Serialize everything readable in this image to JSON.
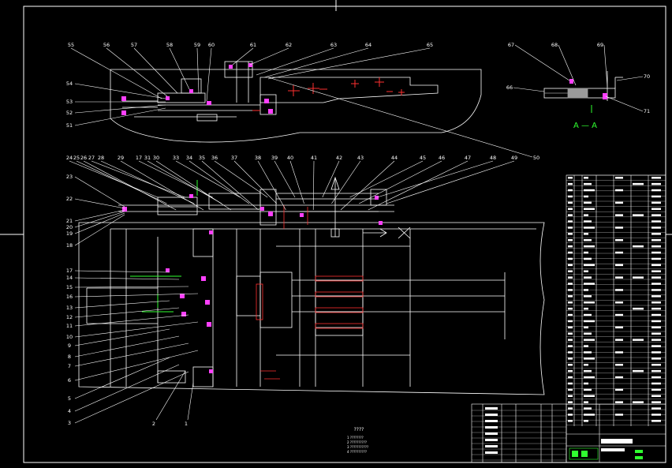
{
  "drawing": {
    "colors": {
      "background": "#000000",
      "line": "#ffffff",
      "red": "#ff3030",
      "magenta": "#ff40ff",
      "green": "#30ff30",
      "gray": "#9a9a9a",
      "yellow": "#ffff40"
    },
    "section_label": "A — A",
    "top_callouts": [
      "55",
      "56",
      "57",
      "58",
      "59",
      "60",
      "61",
      "62",
      "63",
      "64",
      "65"
    ],
    "left_top_callouts": [
      "54",
      "53",
      "52",
      "51"
    ],
    "section_callouts": [
      "67",
      "68",
      "69",
      "70",
      "66",
      "71"
    ],
    "mid_top_callouts": [
      "24",
      "25",
      "26",
      "27",
      "28",
      "29",
      "17",
      "31",
      "30",
      "33",
      "34",
      "35",
      "36",
      "37",
      "38",
      "39",
      "40",
      "41",
      "42",
      "43",
      "44",
      "45",
      "46",
      "47",
      "48",
      "49"
    ],
    "left_mid_callouts": [
      "23",
      "22",
      "21",
      "20",
      "19",
      "18"
    ],
    "left_lower_callouts": [
      "17",
      "14",
      "15",
      "16",
      "13",
      "12",
      "11",
      "10",
      "9",
      "8",
      "7",
      "6",
      "5",
      "4",
      "3"
    ],
    "bottom_callouts": [
      "2",
      "1"
    ],
    "side_callout": "50",
    "notes_title": "????",
    "notes_lines": [
      "1 ????????",
      "2 ??????????",
      "3 ???????????",
      "4 ??????????"
    ]
  }
}
